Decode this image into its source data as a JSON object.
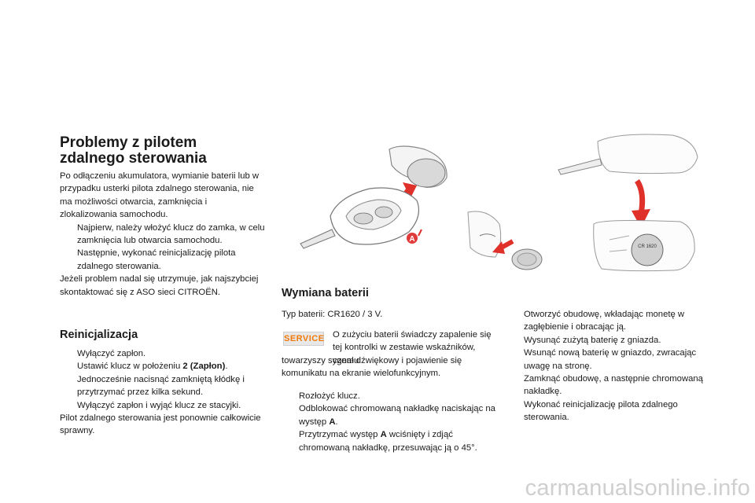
{
  "section_title": "Problemy z pilotem zdalnego sterowania",
  "problems": {
    "intro": "Po odłączeniu akumulatora, wymianie baterii lub w przypadku usterki pilota zdalnego sterowania, nie ma możliwości otwarcia, zamknięcia i zlokalizowania samochodu.",
    "bullets": [
      "Najpierw, należy włożyć klucz do zamka, w celu zamknięcia lub otwarcia samochodu.",
      "Następnie, wykonać reinicjalizację pilota zdalnego sterowania."
    ],
    "outro": "Jeżeli problem nadal się utrzymuje, jak najszybciej skontaktować się z ASO sieci CITROËN."
  },
  "reset": {
    "heading": "Reinicjalizacja",
    "bullet1": "Wyłączyć zapłon.",
    "bullet2_pre": "Ustawić klucz w położeniu ",
    "bullet2_bold": "2 (Zapłon)",
    "bullet2_post": ".",
    "bullet3": "Jednocześnie nacisnąć zamkniętą kłódkę i przytrzymać przez kilka sekund.",
    "bullet4": "Wyłączyć zapłon i wyjąć klucz ze stacyjki.",
    "outro": "Pilot zdalnego sterowania jest ponownie całkowicie sprawny."
  },
  "battery": {
    "heading": "Wymiana baterii",
    "type": "Typ baterii: CR1620 / 3 V.",
    "service_badge": "SERVICE",
    "service_text": "O zużyciu baterii świadczy zapalenie się tej kontrolki w zestawie wskaźników, czemu",
    "service_cont": "towarzyszy sygnał dźwiękowy i pojawienie się komunikatu na ekranie wielofunkcyjnym.",
    "b1": "Rozłożyć klucz.",
    "b2_pre": "Odblokować chromowaną nakładkę naciskając na występ ",
    "b2_bold": "A",
    "b2_post": ".",
    "b3_pre": "Przytrzymać występ ",
    "b3_bold": "A",
    "b3_post": " wciśnięty i zdjąć chromowaną nakładkę, przesuwając ją o 45°.",
    "steps": [
      "Otworzyć obudowę, wkładając monetę w zagłębienie i obracając ją.",
      "Wysunąć zużytą baterię z gniazda.",
      "Wsunąć nową baterię w gniazdo, zwracając uwagę na stronę.",
      "Zamknąć obudowę, a następnie chromowaną nakładkę.",
      "Wykonać reinicjalizację pilota zdalnego sterowania."
    ]
  },
  "figure": {
    "label_a": "A",
    "battery_label": "CR 1620"
  },
  "bullet_glyph": "",
  "watermark": "carmanualsonline.info",
  "colors": {
    "arrow_red": "#e0302a",
    "service_orange": "#f07a0b",
    "label_a": "#e03a3a"
  }
}
